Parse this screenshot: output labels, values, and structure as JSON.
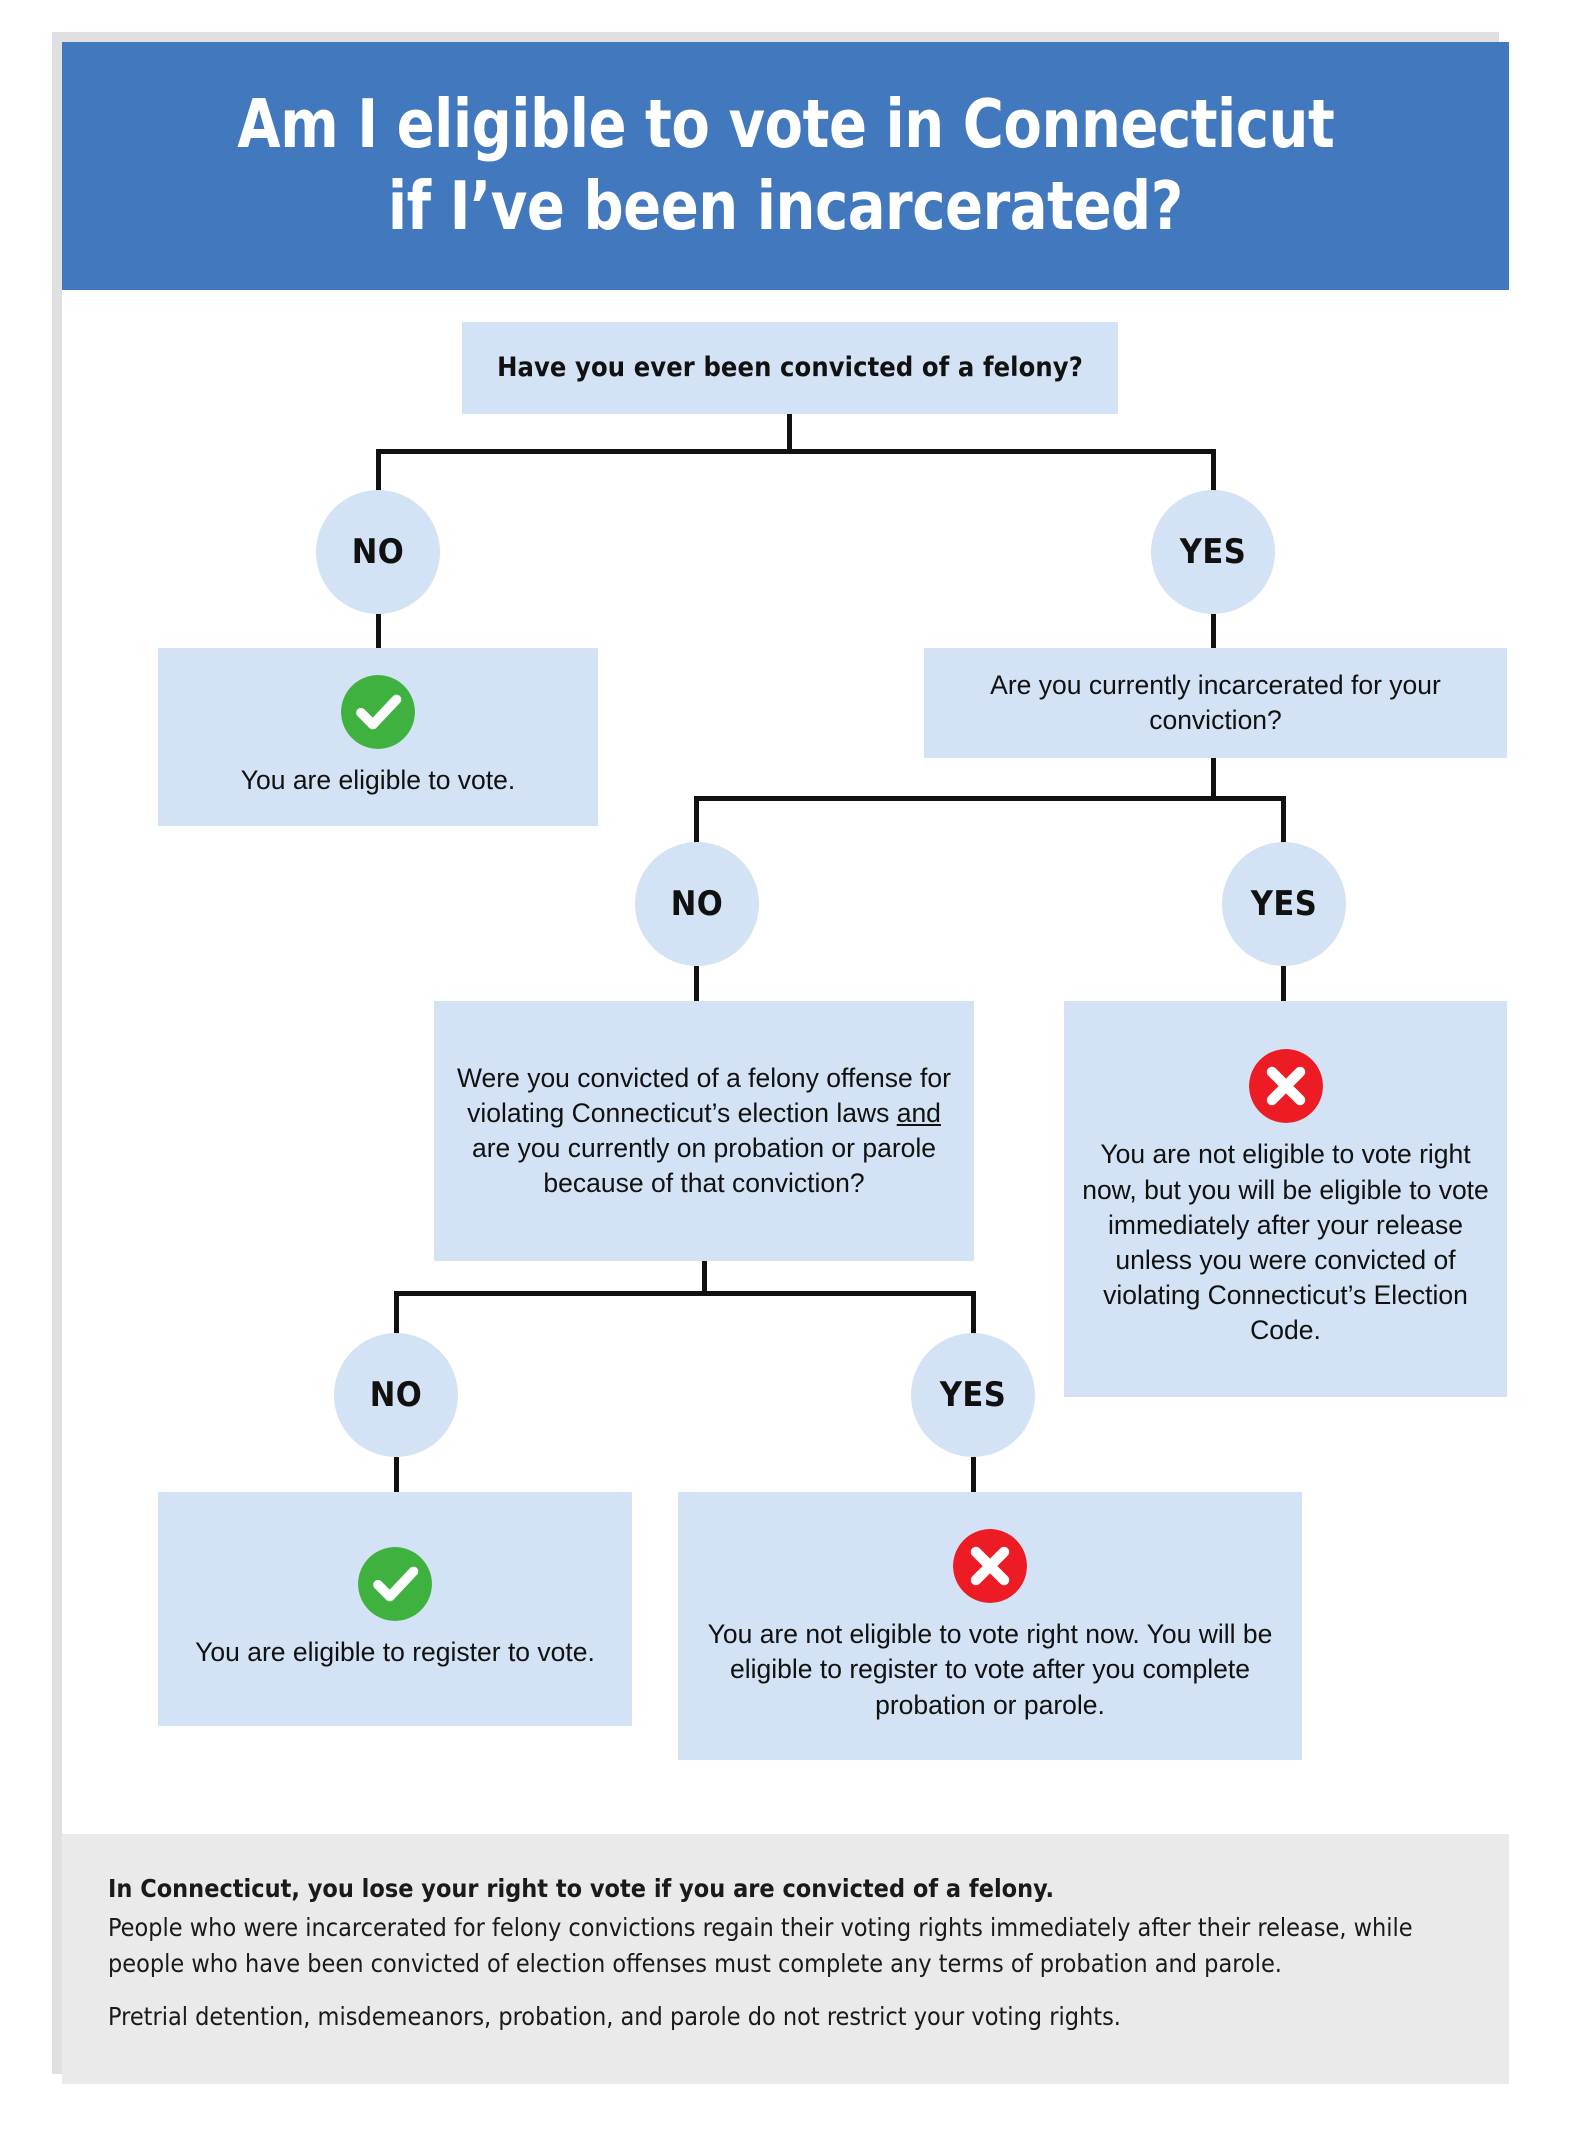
{
  "title": {
    "line1": "Am I eligible to vote in Connecticut",
    "line2": "if I’ve been incarcerated?"
  },
  "colors": {
    "header_blue": "#4278bd",
    "node_blue": "#d3e2f4",
    "eligible_green": "#3fb13f",
    "not_eligible_red": "#ed1b24",
    "footer_gray": "#eaeaea",
    "line_black": "#111111"
  },
  "flow": {
    "q1": {
      "text": "Have you ever been convicted of a felony?"
    },
    "q1_no_label": "NO",
    "q1_yes_label": "YES",
    "result_eligible": {
      "icon": "check-circle-icon",
      "text": "You are eligible to vote."
    },
    "q2": {
      "text": "Are you currently incarcerated for your conviction?"
    },
    "q2_no_label": "NO",
    "q2_yes_label": "YES",
    "result_incarcerated": {
      "icon": "x-circle-icon",
      "text": "You are not eligible to vote right now, but you will be eligible to vote immediately after your release unless you were convicted of violating Connecticut’s Election Code."
    },
    "q3": {
      "text_part1": "Were you convicted of a felony offense for violating Connecticut’s election laws ",
      "text_emphasis": "and",
      "text_part2": " are you currently on probation or parole because of that conviction?"
    },
    "q3_no_label": "NO",
    "q3_yes_label": "YES",
    "result_register": {
      "icon": "check-circle-icon",
      "text": "You are eligible to register to vote."
    },
    "result_probation": {
      "icon": "x-circle-icon",
      "text": "You are not eligible to vote right now. You will be eligible to register to vote after you complete probation or parole."
    }
  },
  "footer": {
    "headline": "In Connecticut, you lose your right to vote if you are convicted of a felony.",
    "paragraph1": "People who were incarcerated for felony convictions regain their voting rights immediately after their release, while people who have been convicted of election offenses must complete any terms of probation and parole.",
    "paragraph2": "Pretrial detention, misdemeanors, probation, and parole do not restrict your voting rights."
  }
}
